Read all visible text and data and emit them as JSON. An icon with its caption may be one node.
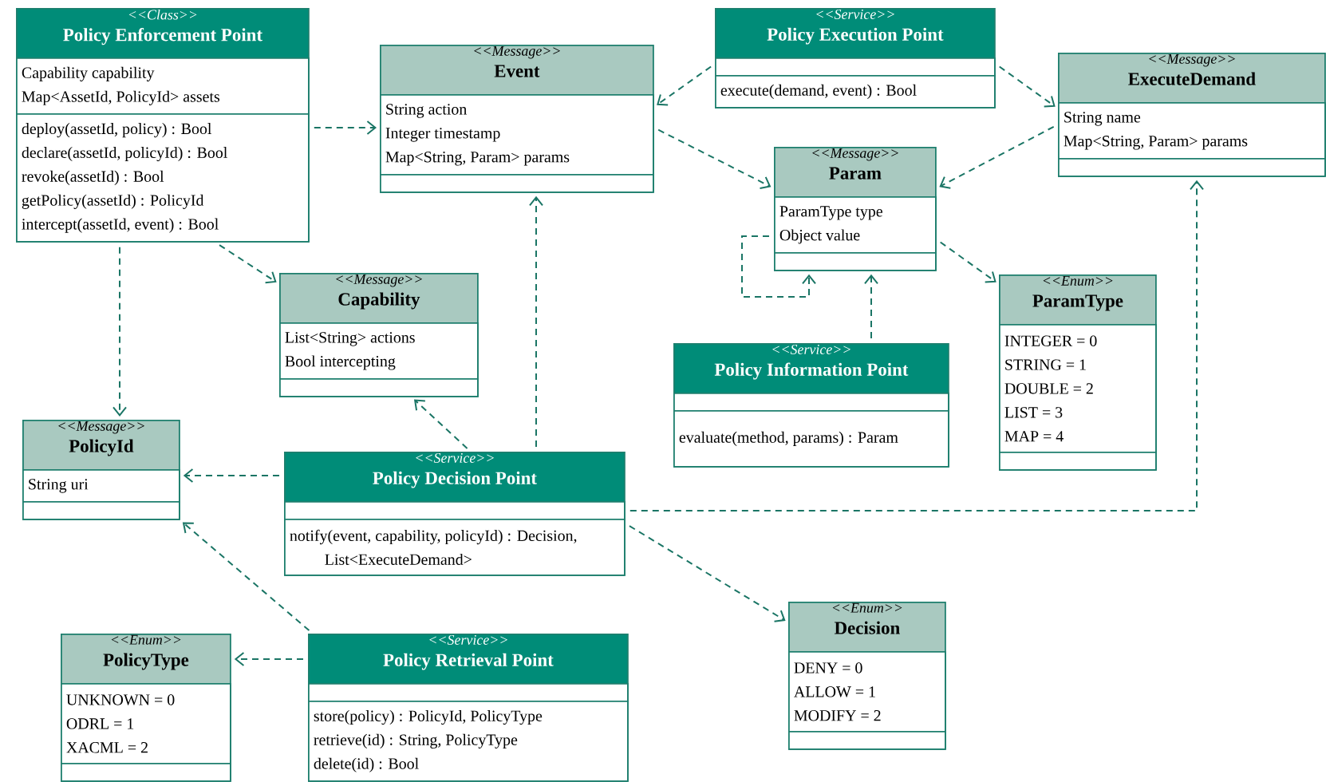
{
  "diagram": {
    "nodes": [
      {
        "text": [
          "<<Class>>",
          "Policy Enforcement Point"
        ]
      },
      {
        "text": [
          "Capability capability",
          "Map<AssetId, PolicyId> assets"
        ],
        "in": 0
      },
      {
        "text": [
          "deploy(assetId, policy) : Bool",
          "declare(assetId, policyId) : Bool",
          "revoke(assetId) : Bool",
          "getPolicy(assetId) : PolicyId",
          "intercept(assetId, event) : Bool"
        ],
        "in": 0
      },
      {
        "text": [
          "<<Message>>",
          "Event"
        ]
      },
      {
        "text": [
          "String action",
          "Integer timestamp",
          "Map<String, Param> params"
        ],
        "in": 3
      },
      {
        "text": [],
        "shape": "box",
        "in": 3
      },
      {
        "text": [
          "<<Service>>",
          "Policy Execution Point"
        ]
      },
      {
        "text": [],
        "shape": "box",
        "in": 6
      },
      {
        "text": [
          "execute(demand, event) : Bool"
        ],
        "in": 6
      },
      {
        "text": [
          "<<Message>>",
          "ExecuteDemand"
        ]
      },
      {
        "text": [
          "String name",
          "Map<String, Param> params"
        ],
        "in": 9
      },
      {
        "text": [],
        "shape": "box",
        "in": 9
      },
      {
        "text": [
          "<<Message>>",
          "Param"
        ]
      },
      {
        "text": [
          "ParamType type",
          "Object value"
        ],
        "in": 12
      },
      {
        "text": [],
        "shape": "box",
        "in": 12
      },
      {
        "text": [
          "<<Message>>",
          "Capability"
        ]
      },
      {
        "text": [
          "List<String> actions",
          "Bool intercepting"
        ],
        "in": 15
      },
      {
        "text": [],
        "shape": "box",
        "in": 15
      },
      {
        "text": [
          "<<Service>>",
          "Policy Information Point"
        ]
      },
      {
        "text": [],
        "shape": "box",
        "in": 18
      },
      {
        "text": [
          "evaluate(method, params) : Param"
        ],
        "in": 18
      },
      {
        "text": [
          "<<Enum>>",
          "ParamType"
        ]
      },
      {
        "text": [
          "INTEGER = 0",
          "STRING = 1",
          "DOUBLE = 2",
          "LIST = 3",
          "MAP = 4"
        ],
        "in": 21
      },
      {
        "text": [],
        "shape": "box",
        "in": 21
      },
      {
        "text": [
          "<<Message>>",
          "PolicyId"
        ]
      },
      {
        "text": [
          "String uri"
        ],
        "in": 24
      },
      {
        "text": [],
        "shape": "box",
        "in": 24
      },
      {
        "text": [
          "<<Service>>",
          "Policy Decision Point"
        ]
      },
      {
        "text": [],
        "shape": "box",
        "in": 27
      },
      {
        "text": [
          "notify(event, capability, policyId) : Decision, List<ExecuteDemand>"
        ],
        "in": 27
      },
      {
        "text": [
          "<<Enum>>",
          "Decision"
        ]
      },
      {
        "text": [
          "DENY = 0",
          "ALLOW = 1",
          "MODIFY = 2"
        ],
        "in": 30
      },
      {
        "text": [],
        "shape": "box",
        "in": 30
      },
      {
        "text": [
          "<<Enum>>",
          "PolicyType"
        ]
      },
      {
        "text": [
          "UNKNOWN = 0",
          "ODRL = 1",
          "XACML = 2"
        ],
        "in": 33
      },
      {
        "text": [],
        "shape": "box",
        "in": 33
      },
      {
        "text": [
          "<<Service>>",
          "Policy Retrieval Point"
        ]
      },
      {
        "text": [],
        "shape": "box",
        "in": 36
      },
      {
        "text": [
          "store(policy) : PolicyId, PolicyType",
          "retrieve(id) : String, PolicyType",
          "delete(id) : Bool"
        ],
        "in": 36
      }
    ],
    "edges": [
      {
        "from": 0,
        "to": 3,
        "arrow": "to"
      },
      {
        "from": 0,
        "to": 15,
        "arrow": "to"
      },
      {
        "from": 0,
        "to": 24,
        "arrow": "to"
      },
      {
        "from": 6,
        "to": 3,
        "arrow": "to"
      },
      {
        "from": 6,
        "to": 9,
        "arrow": "to"
      },
      {
        "from": 3,
        "to": 12,
        "arrow": "to"
      },
      {
        "from": 9,
        "to": 12,
        "arrow": "to"
      },
      {
        "from": 13,
        "to": 14,
        "arrow": "to"
      },
      {
        "from": 12,
        "to": 21,
        "arrow": "to"
      },
      {
        "from": 18,
        "to": 12,
        "arrow": "to"
      },
      {
        "from": 27,
        "to": 15,
        "arrow": "to"
      },
      {
        "from": 27,
        "to": 3,
        "arrow": "to"
      },
      {
        "from": 27,
        "to": 24,
        "arrow": "to"
      },
      {
        "from": 27,
        "to": 9,
        "arrow": "to"
      },
      {
        "from": 27,
        "to": 30,
        "arrow": "to"
      },
      {
        "from": 36,
        "to": 24,
        "arrow": "to"
      },
      {
        "from": 36,
        "to": 33,
        "arrow": "to"
      }
    ]
  }
}
